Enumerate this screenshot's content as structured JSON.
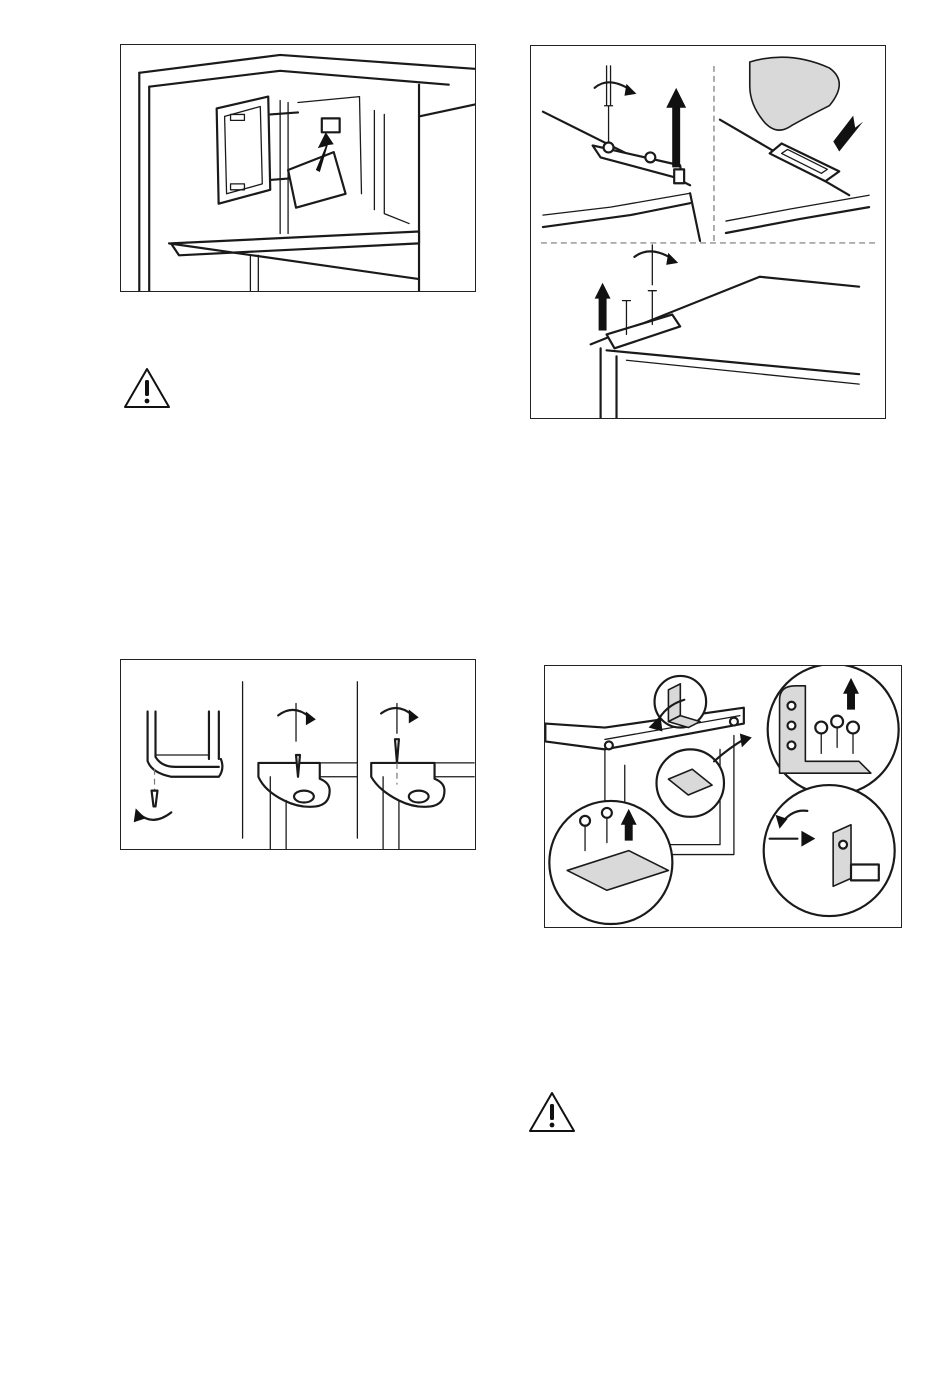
{
  "figures": [
    {
      "id": "fig-remove-door-shelf",
      "content": "technical-illustration"
    },
    {
      "id": "fig-remove-top-hinge",
      "content": "technical-illustration"
    },
    {
      "id": "fig-move-hinge-pin",
      "content": "technical-illustration"
    },
    {
      "id": "fig-move-bottom-hinge",
      "content": "technical-illustration"
    }
  ],
  "icons": [
    "warning-triangle-icon",
    "warning-triangle-icon"
  ],
  "colors": {
    "line": "#1a1a1a",
    "shade": "#d9d9d9",
    "background": "#ffffff"
  }
}
